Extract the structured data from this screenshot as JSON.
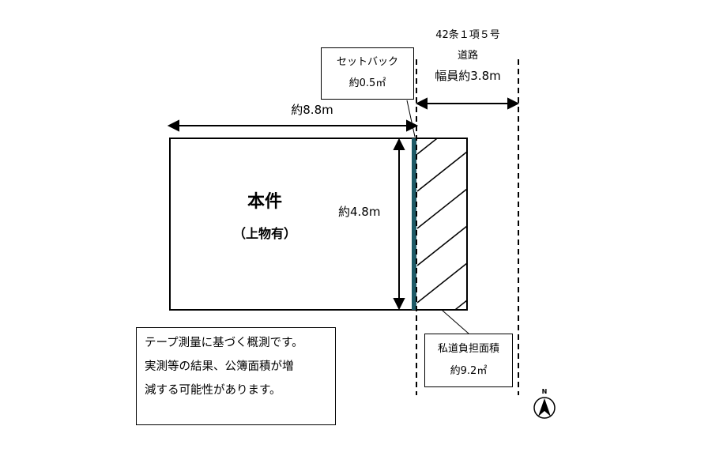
{
  "road": {
    "line1": "42条１項５号",
    "line2": "道路",
    "width_label": "幅員約3.8m"
  },
  "setback": {
    "line1": "セットバック",
    "line2": "約0.5㎡"
  },
  "property": {
    "title": "本件",
    "subtitle": "（上物有）",
    "width_label": "約8.8m",
    "height_label": "約4.8m"
  },
  "private_road": {
    "line1": "私道負担面積",
    "line2": "約9.2㎡"
  },
  "note": {
    "lines": [
      "テープ測量に基づく概測です。",
      "実測等の結果、公簿面積が増",
      "減する可能性があります。"
    ]
  },
  "north": {
    "label": "N"
  },
  "colors": {
    "setback_strip": "#1e5a66",
    "line": "#000000"
  }
}
